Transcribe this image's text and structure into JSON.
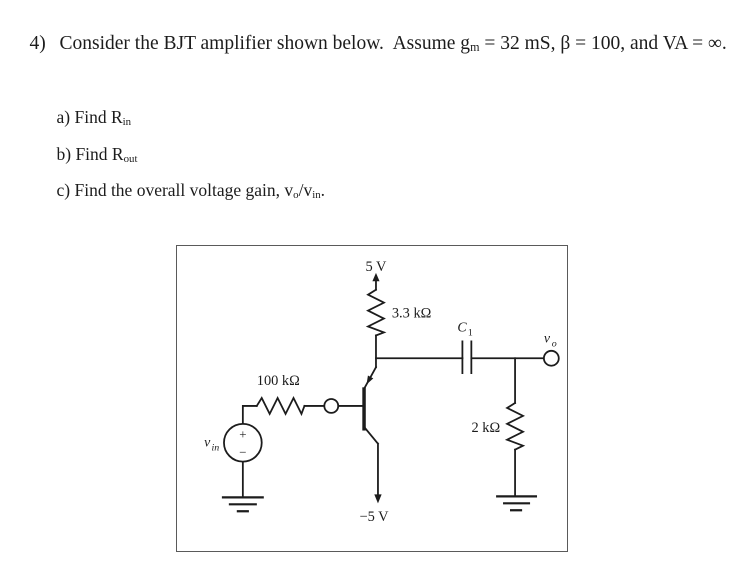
{
  "problem": {
    "number": "4)",
    "statement_pre": "Consider the BJT amplifier shown below.  Assume g",
    "statement_sub": "m",
    "statement_post": " = 32 mS, β = 100, and VA = ∞.",
    "part_a_pre": "a) Find R",
    "part_a_sub": "in",
    "part_b_pre": "b) Find R",
    "part_b_sub": "out",
    "part_c_pre": "c) Find the overall voltage gain, v",
    "part_c_sub_o": "o",
    "part_c_mid": "/v",
    "part_c_sub_in": "in",
    "part_c_post": "."
  },
  "circuit": {
    "positive_supply": "5 V",
    "negative_supply": "−5 V",
    "collector_resistor_value": "3.3 kΩ",
    "base_resistor_value": "100 kΩ",
    "load_resistor_value": "2 kΩ",
    "coupling_capacitor": "C",
    "coupling_capacitor_sub": "1",
    "output_node": "v",
    "output_node_sub": "o",
    "input_source": "v",
    "input_source_sub": "in",
    "source_plus": "+",
    "source_minus": "−"
  },
  "colors": {
    "ink": "#1c1c1c",
    "box_border": "#5a5a5a",
    "background": "#ffffff"
  }
}
